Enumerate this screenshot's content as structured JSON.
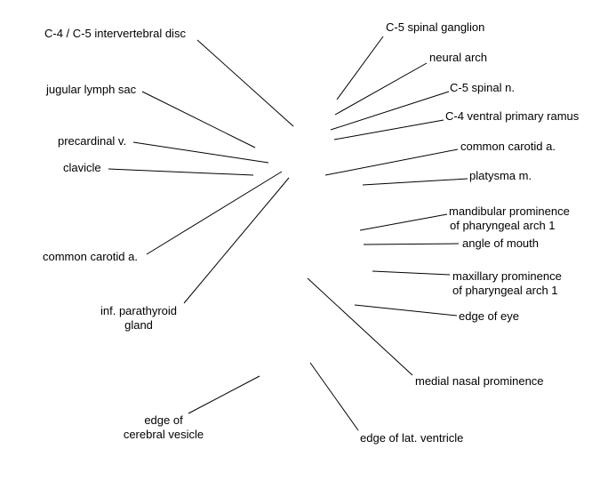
{
  "labels": {
    "c4_c5_disc": "C-4 / C-5 intervertebral disc",
    "jugular_lymph_sac": "jugular lymph sac",
    "precardinal_v": "precardinal v.",
    "clavicle": "clavicle",
    "common_carotid_left": "common carotid a.",
    "inf_parathyroid_line1": "inf. parathyroid",
    "inf_parathyroid_line2": "gland",
    "edge_cerebral_vesicle_line1": "edge of",
    "edge_cerebral_vesicle_line2": "cerebral vesicle",
    "c5_spinal_ganglion": "C-5 spinal ganglion",
    "neural_arch": "neural arch",
    "c5_spinal_n": "C-5 spinal n.",
    "c4_ventral_primary_ramus": "C-4 ventral primary ramus",
    "common_carotid_right": "common carotid a.",
    "platysma_m": "platysma m.",
    "mandibular_prominence_line1": "mandibular prominence",
    "mandibular_prominence_line2": "of pharyngeal arch 1",
    "angle_of_mouth": "angle of mouth",
    "maxillary_prominence_line1": "maxillary prominence",
    "maxillary_prominence_line2": "of pharyngeal arch 1",
    "edge_of_eye": "edge of eye",
    "medial_nasal_prominence": "medial nasal prominence",
    "edge_lat_ventricle": "edge of lat. ventricle"
  },
  "colors": {
    "background": "#ffffff",
    "text": "#000000",
    "leader_lines": "#000000"
  }
}
